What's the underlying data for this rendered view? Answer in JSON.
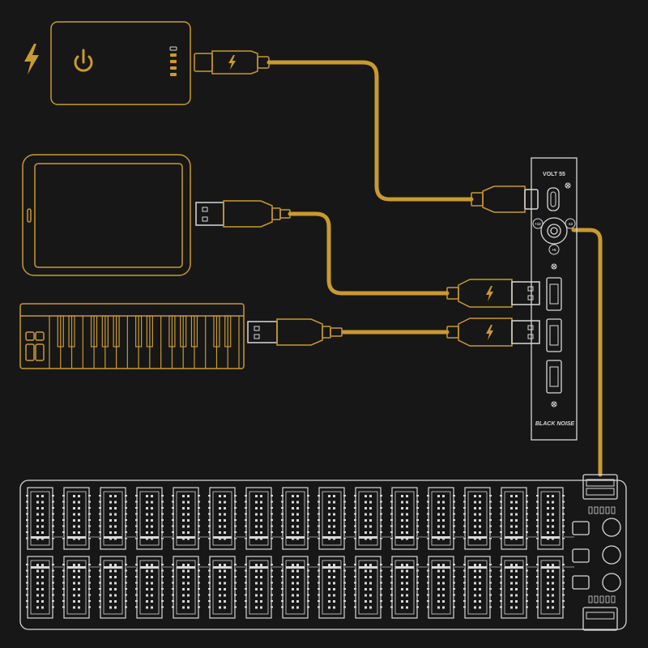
{
  "module": {
    "name": "VOLT 55",
    "brand": "BLACK NOISE",
    "rail_plus12_left": "+12",
    "rail_plus12_right": "-12",
    "rail_plus5": "+5"
  },
  "colors": {
    "background": "#171717",
    "accent": "#c99a2e",
    "line": "#d8d8d8"
  },
  "icons": {
    "power_bank_left": "lightning-icon",
    "power_bank_button": "power-icon",
    "usb_charge": "lightning-icon"
  }
}
